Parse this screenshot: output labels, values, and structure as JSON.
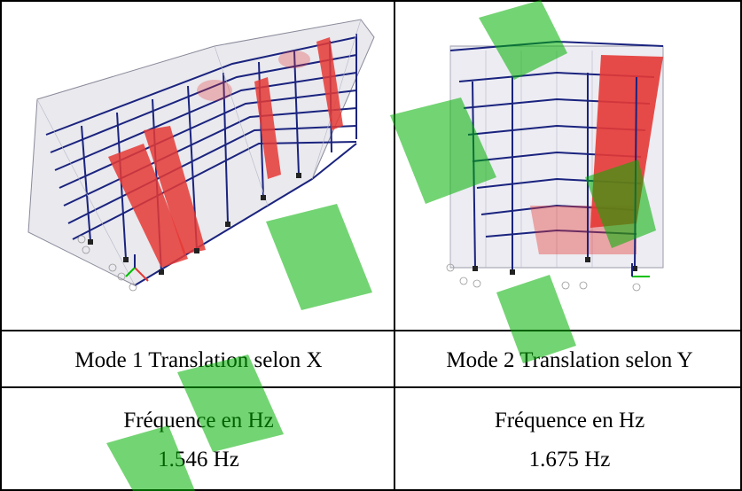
{
  "table": {
    "caption_left": "Mode 1 Translation selon X",
    "caption_right": "Mode 2 Translation selon Y",
    "freq_label_left": "Fréquence en Hz",
    "freq_value_left": "1.546 Hz",
    "freq_label_right": "Fréquence en Hz",
    "freq_value_right": "1.675 Hz"
  },
  "colors": {
    "frame": "#1a237e",
    "shell": "#e53935",
    "watermark": "#00b000"
  },
  "images": {
    "left": "3d-structural-model-mode-1",
    "right": "3d-structural-model-mode-2"
  }
}
